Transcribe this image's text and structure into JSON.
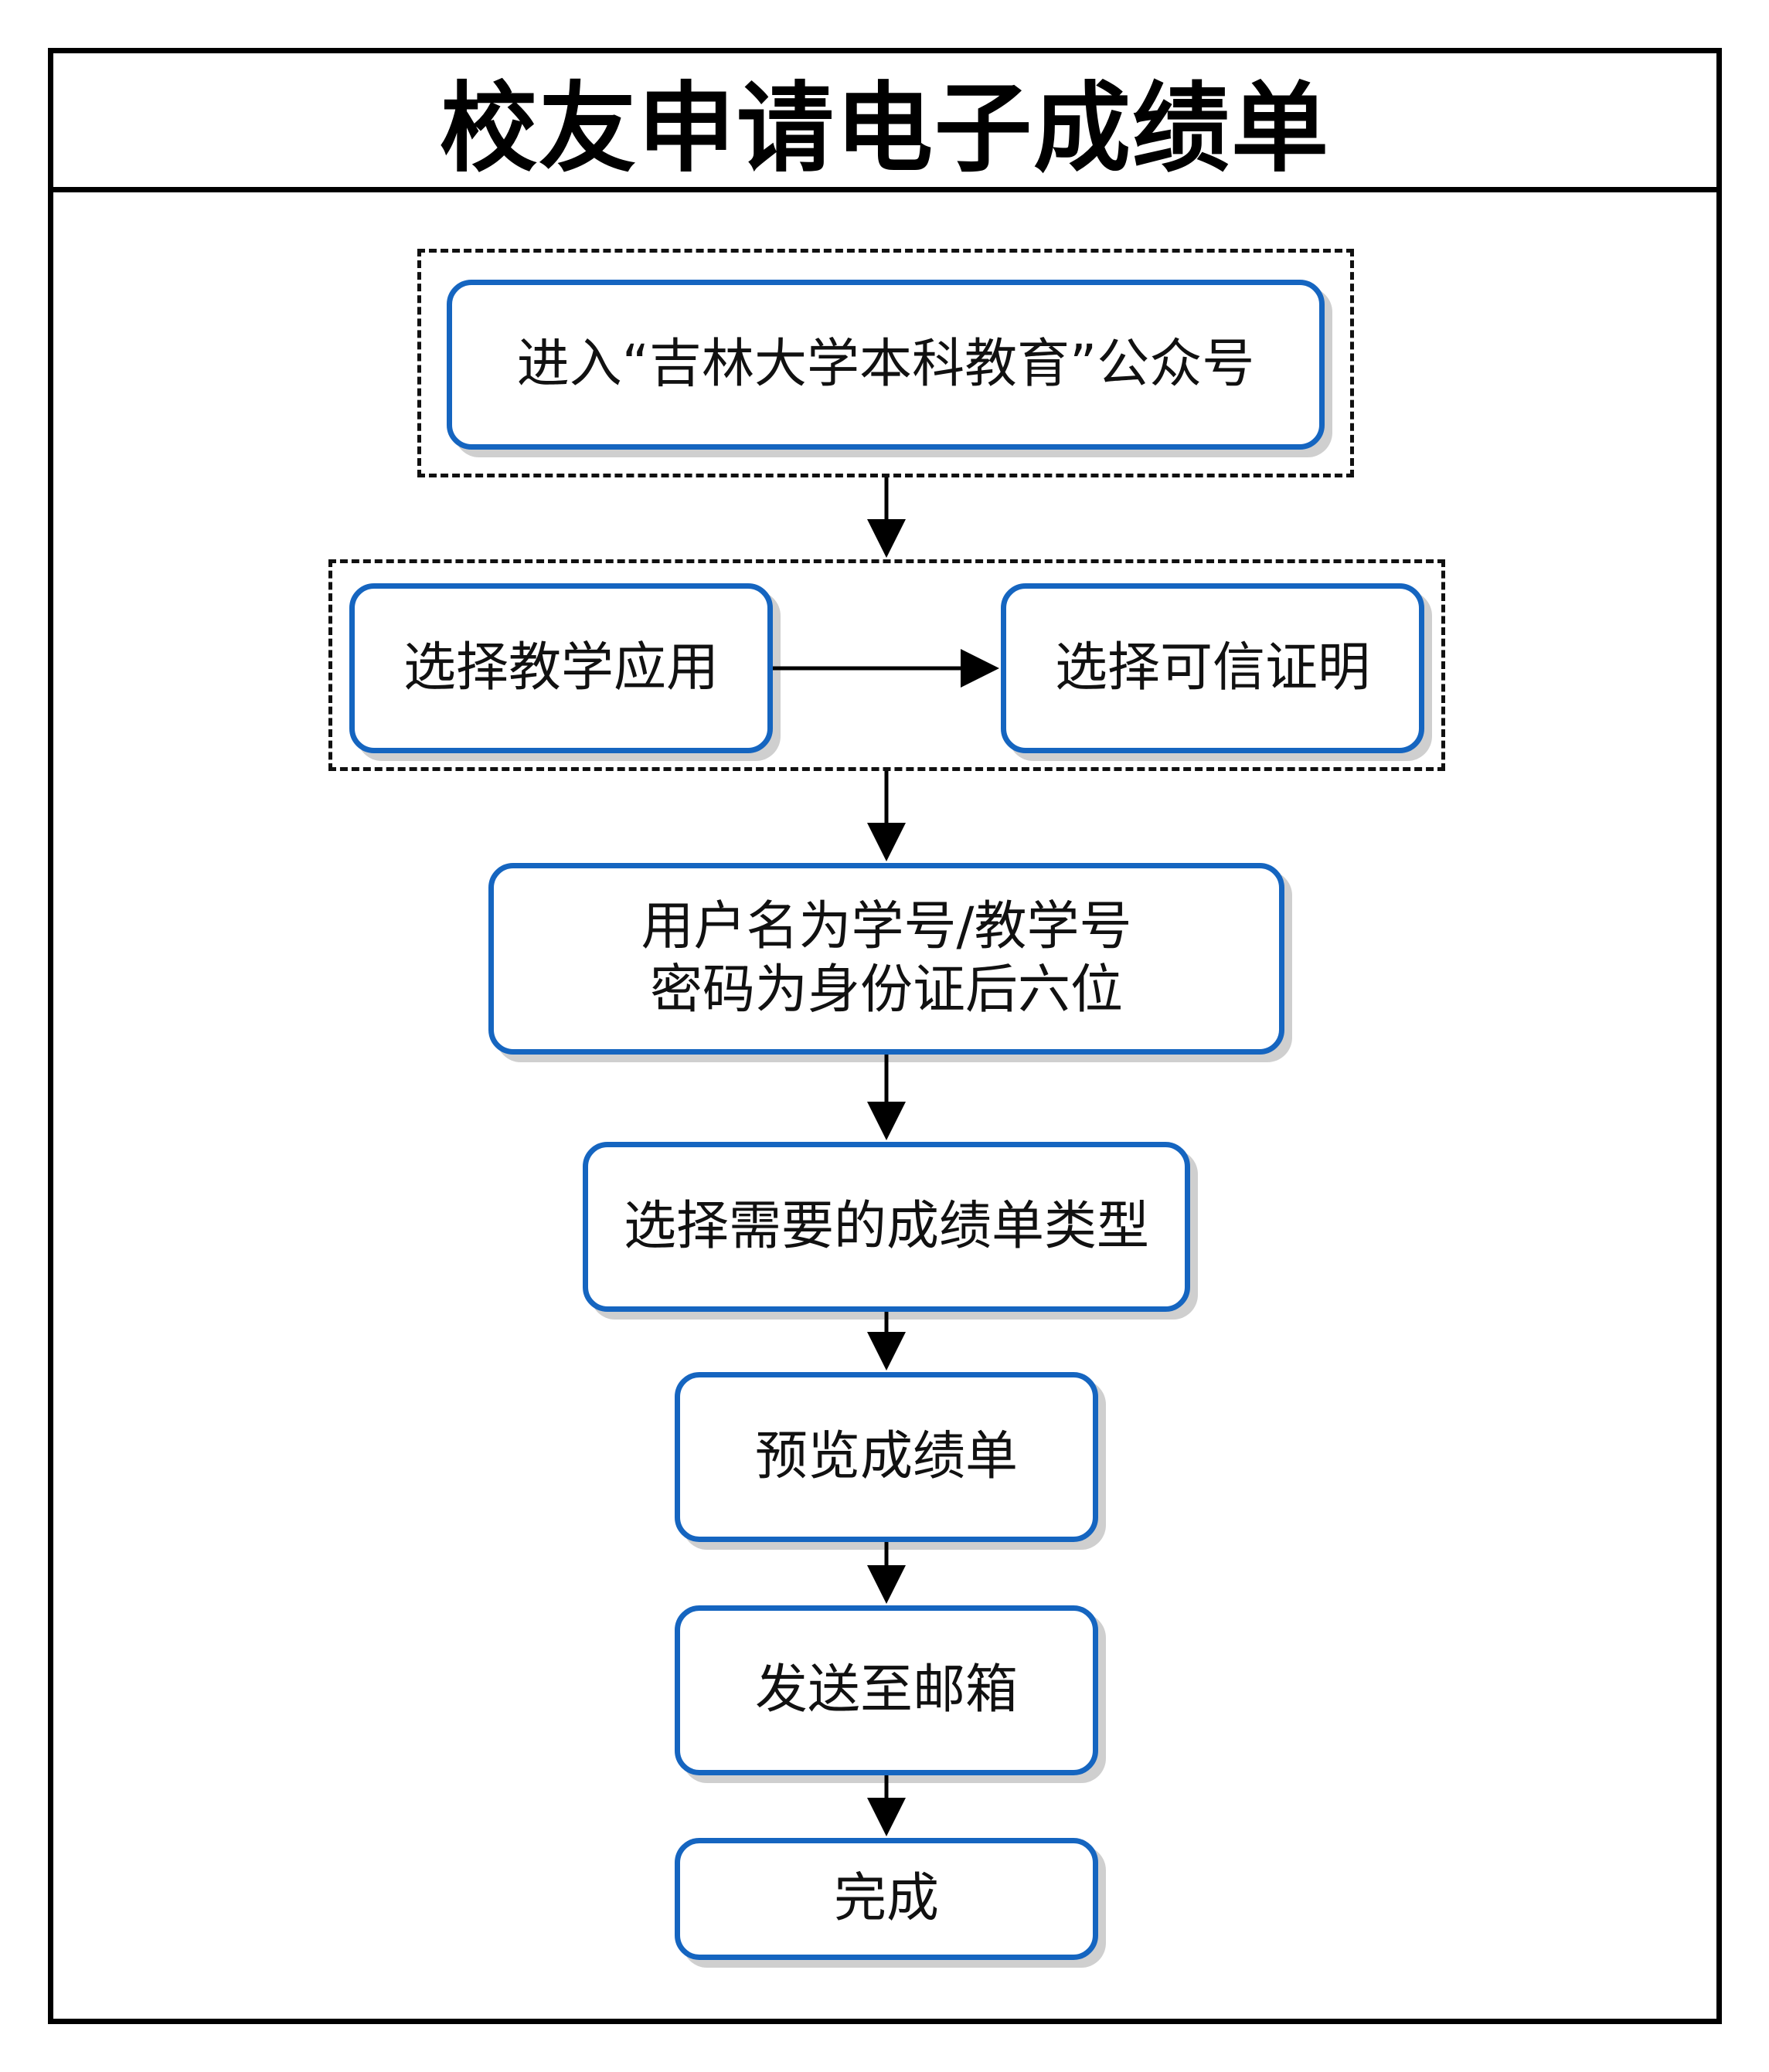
{
  "title": "校友申请电子成绩单",
  "colors": {
    "node_border": "#1565c0",
    "frame": "#000000",
    "shadow": "#cfcfcf"
  },
  "steps": {
    "enter_account": "进入“吉林大学本科教育”公众号",
    "select_teaching_app": "选择教学应用",
    "select_trusted_cert": "选择可信证明",
    "login_line1": "用户名为学号/教学号",
    "login_line2": "密码为身份证后六位",
    "select_type": "选择需要的成绩单类型",
    "preview": "预览成绩单",
    "send_email": "发送至邮箱",
    "done": "完成"
  }
}
